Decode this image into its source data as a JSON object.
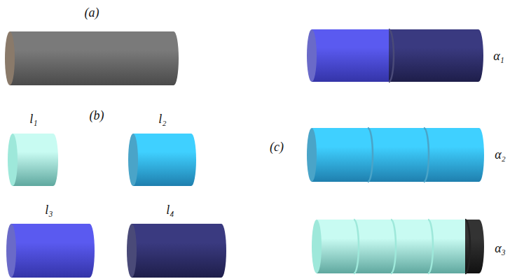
{
  "diagram": {
    "labels": [
      "(a)",
      "l₁",
      "(b)",
      "l₂",
      "l₃",
      "l₄",
      "α₁",
      "(c)",
      "α₂",
      "α₃"
    ]
  }
}
